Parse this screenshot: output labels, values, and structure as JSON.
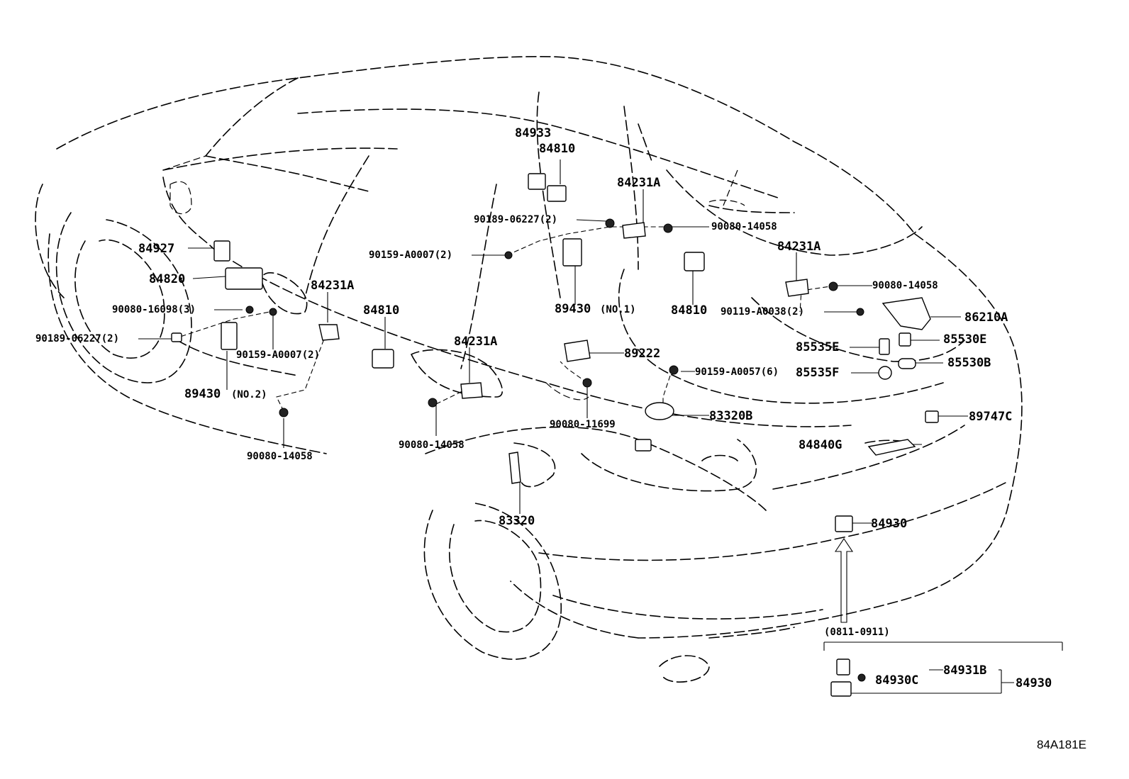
{
  "diagram": {
    "code": "84A181E",
    "labels": [
      {
        "id": "l84933",
        "text": "84933"
      },
      {
        "id": "l84810a",
        "text": "84810"
      },
      {
        "id": "l84231a1",
        "text": "84231A"
      },
      {
        "id": "l90189a",
        "text": "90189-06227(2)"
      },
      {
        "id": "l90080a",
        "text": "90080-14058"
      },
      {
        "id": "l90159a",
        "text": "90159-A0007(2)"
      },
      {
        "id": "l84231a2",
        "text": "84231A"
      },
      {
        "id": "l90080b",
        "text": "90080-14058"
      },
      {
        "id": "l89430a",
        "text": "89430"
      },
      {
        "id": "l89430a_no",
        "text": "(NO.1)"
      },
      {
        "id": "l84810b",
        "text": "84810"
      },
      {
        "id": "l90119",
        "text": "90119-A0038(2)"
      },
      {
        "id": "l86210",
        "text": "86210A"
      },
      {
        "id": "l84927",
        "text": "84927"
      },
      {
        "id": "l84820",
        "text": "84820"
      },
      {
        "id": "l84231a3",
        "text": "84231A"
      },
      {
        "id": "l90080c",
        "text": "90080-16098(3)"
      },
      {
        "id": "l84810c",
        "text": "84810"
      },
      {
        "id": "l90189b",
        "text": "90189-06227(2)"
      },
      {
        "id": "l90159b",
        "text": "90159-A0007(2)"
      },
      {
        "id": "l84231a4",
        "text": "84231A"
      },
      {
        "id": "l89222",
        "text": "89222"
      },
      {
        "id": "l85535e",
        "text": "85535E"
      },
      {
        "id": "l85530e",
        "text": "85530E"
      },
      {
        "id": "l90159c",
        "text": "90159-A0057(6)"
      },
      {
        "id": "l85535f",
        "text": "85535F"
      },
      {
        "id": "l85530b",
        "text": "85530B"
      },
      {
        "id": "l89430b",
        "text": "89430"
      },
      {
        "id": "l89430b_no",
        "text": "(NO.2)"
      },
      {
        "id": "l90080d",
        "text": "90080-11699"
      },
      {
        "id": "l83320b",
        "text": "83320B"
      },
      {
        "id": "l89747",
        "text": "89747C"
      },
      {
        "id": "l90080e",
        "text": "90080-14058"
      },
      {
        "id": "l90080f",
        "text": "90080-14058"
      },
      {
        "id": "l84840",
        "text": "84840G"
      },
      {
        "id": "l83320",
        "text": "83320"
      },
      {
        "id": "l84930a",
        "text": "84930"
      },
      {
        "id": "l0811",
        "text": "(0811-0911)"
      },
      {
        "id": "l84931b",
        "text": "84931B"
      },
      {
        "id": "l84930c",
        "text": "84930C"
      },
      {
        "id": "l84930b",
        "text": "84930"
      }
    ]
  }
}
